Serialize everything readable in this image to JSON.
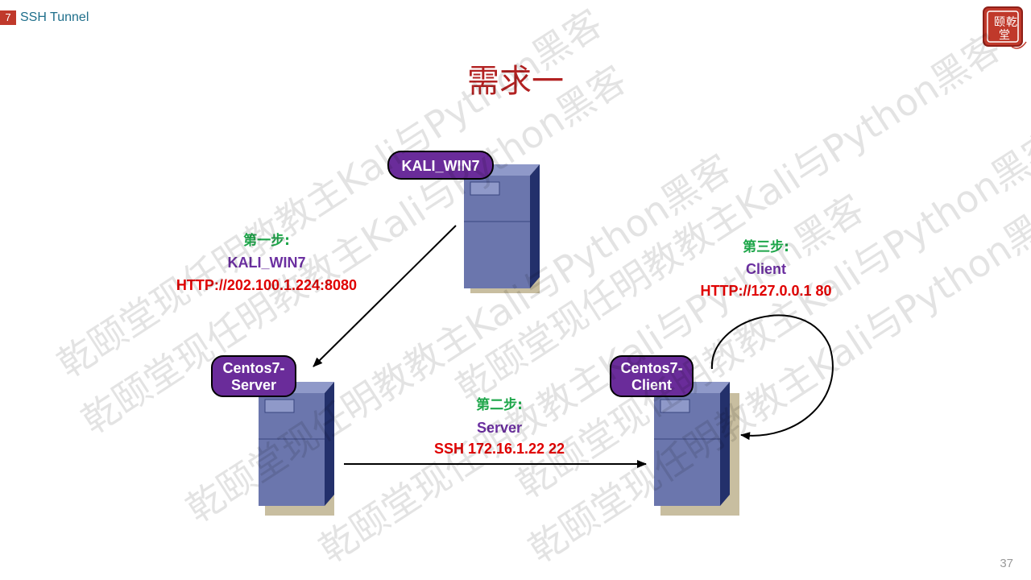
{
  "header": {
    "chapter_number": "7",
    "chapter_title": "SSH Tunnel"
  },
  "title": "需求一",
  "page_number": "37",
  "logo_text": "颐乾堂",
  "nodes": {
    "kali": {
      "label": "KALI_WIN7"
    },
    "server": {
      "label_line1": "Centos7-",
      "label_line2": "Server"
    },
    "client": {
      "label_line1": "Centos7-",
      "label_line2": "Client"
    }
  },
  "steps": [
    {
      "title": "第一步:",
      "role": "KALI_WIN7",
      "command": "HTTP://202.100.1.224:8080"
    },
    {
      "title": "第二步:",
      "role": "Server",
      "command": "SSH 172.16.1.22 22"
    },
    {
      "title": "第三步:",
      "role": "Client",
      "command": "HTTP://127.0.0.1 80"
    }
  ],
  "watermark": "乾颐堂现任明教教主Kali与Python黑客",
  "colors": {
    "title": "#b22222",
    "node_label_fill": "#6a2c9a",
    "server_body": "#6b76ad",
    "server_side": "#23306b",
    "step_title": "#1ea64a",
    "step_role": "#6b2fa0",
    "step_cmd": "#e00000"
  }
}
